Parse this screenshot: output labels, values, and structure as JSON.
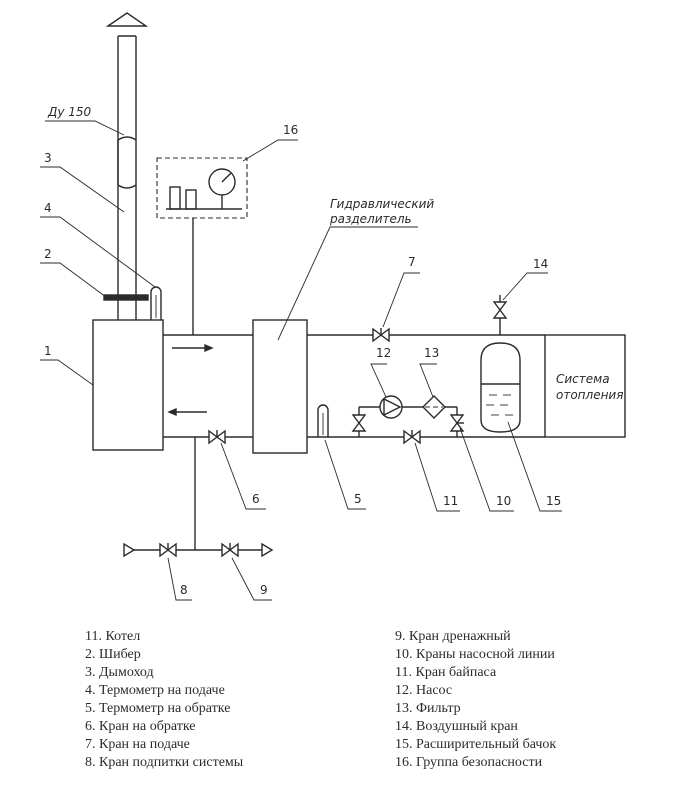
{
  "diagram": {
    "chimney_label": "Ду 150",
    "separator_label_line1": "Гидравлический",
    "separator_label_line2": "разделитель",
    "system_label_line1": "Система",
    "system_label_line2": "отопления",
    "callouts": {
      "n1": "1",
      "n2": "2",
      "n3": "3",
      "n4": "4",
      "n5": "5",
      "n6": "6",
      "n7": "7",
      "n8": "8",
      "n9": "9",
      "n10": "10",
      "n11": "11",
      "n12": "12",
      "n13": "13",
      "n14": "14",
      "n15": "15",
      "n16": "16"
    }
  },
  "legend": {
    "left": [
      "11. Котел",
      "2. Шибер",
      "3. Дымоход",
      "4. Термометр на подаче",
      "5. Термометр на обратке",
      "6. Кран на обратке",
      "7. Кран на подаче",
      "8. Кран подпитки системы"
    ],
    "right": [
      "9. Кран дренажный",
      "10. Краны насосной линии",
      "11. Кран байпаса",
      "12. Насос",
      "13. Фильтр",
      "14. Воздушный кран",
      "15. Расширительный бачок",
      "16. Группа безопасности"
    ]
  }
}
